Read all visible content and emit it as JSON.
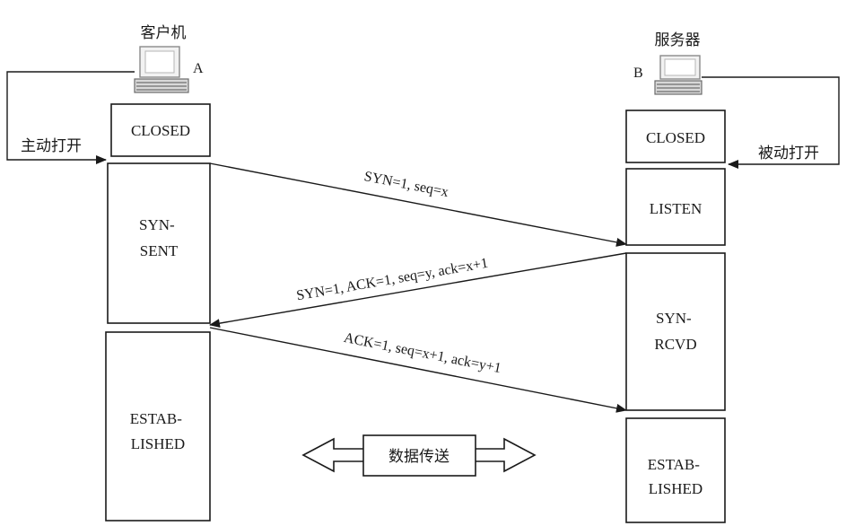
{
  "colors": {
    "line": "#1a1a1a",
    "background": "#ffffff"
  },
  "client": {
    "label": "客户机",
    "node": "A",
    "action": "主动打开",
    "states": [
      {
        "lines": [
          "CLOSED"
        ]
      },
      {
        "lines": [
          "SYN-",
          "SENT"
        ]
      },
      {
        "lines": [
          "ESTAB-",
          "LISHED"
        ]
      }
    ]
  },
  "server": {
    "label": "服务器",
    "node": "B",
    "action": "被动打开",
    "states": [
      {
        "lines": [
          "CLOSED"
        ]
      },
      {
        "lines": [
          "LISTEN"
        ]
      },
      {
        "lines": [
          "SYN-",
          "RCVD"
        ]
      },
      {
        "lines": [
          "ESTAB-",
          "LISHED"
        ]
      }
    ]
  },
  "messages": [
    {
      "label": "SYN=1, seq=x"
    },
    {
      "label": "SYN=1, ACK=1, seq=y, ack=x+1"
    },
    {
      "label": "ACK=1, seq=x+1, ack=y+1"
    }
  ],
  "data_transfer": {
    "label": "数据传送"
  },
  "icons": {
    "client_computer": "computer-icon",
    "server_computer": "computer-icon"
  }
}
